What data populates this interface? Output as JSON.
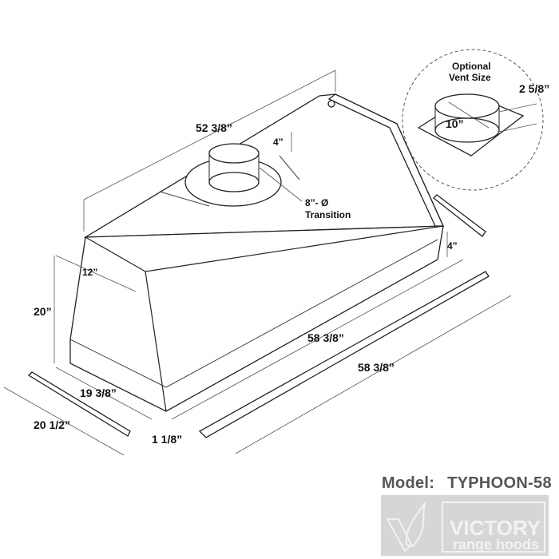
{
  "dimensions": {
    "overall_top_length": "52 3/8”",
    "collar_height": "4”",
    "transition_label_1": "8”- Ø",
    "transition_label_2": "Transition",
    "front_depth": "12”",
    "height": "20”",
    "top_box_height": "4”",
    "body_length": "58 3/8”",
    "rail_length": "58 3/8”",
    "depth": "19 3/8”",
    "bracket_length": "20 1/2”",
    "bracket_width": "1 1/8”"
  },
  "optional_vent": {
    "title_1": "Optional",
    "title_2": "Vent Size",
    "diameter": "10”",
    "height": "2 5/8”"
  },
  "model": {
    "label": "Model:",
    "name": "TYPHOON-58"
  },
  "logo": {
    "brand": "VICTORY",
    "tagline": "range hoods"
  }
}
